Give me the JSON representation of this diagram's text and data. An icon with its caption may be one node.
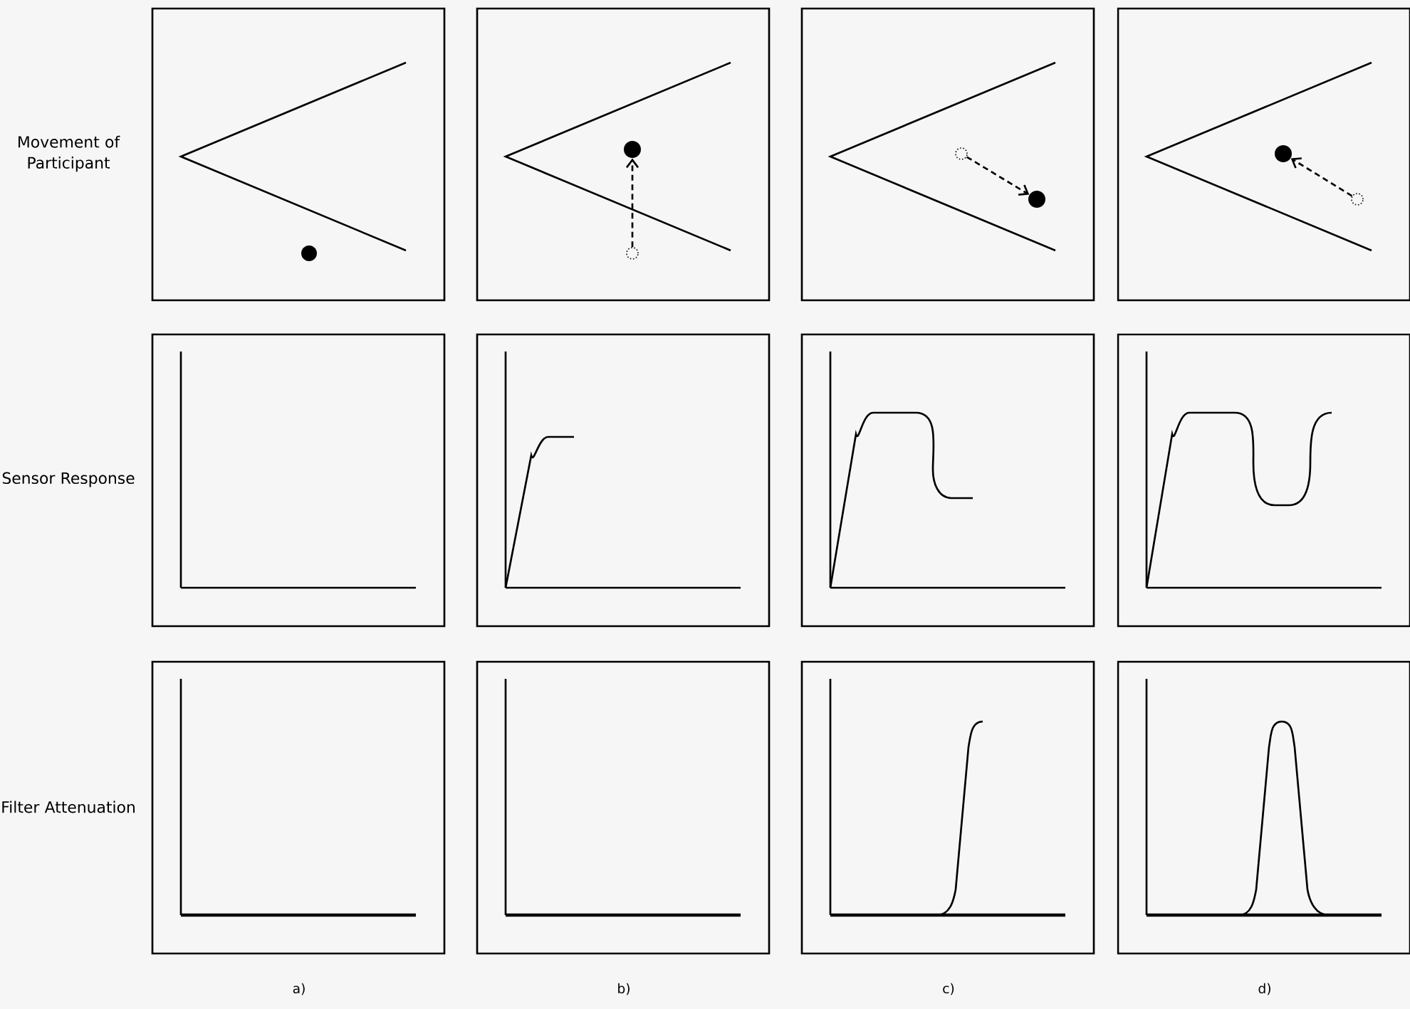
{
  "diagram": {
    "nodes": [
      {
        "text": [],
        "shape": "circle"
      },
      {
        "text": [],
        "shape": "circle"
      },
      {
        "text": [],
        "shape": "circle"
      },
      {
        "text": [],
        "shape": "circle"
      },
      {
        "text": [],
        "shape": "circle"
      },
      {
        "text": [],
        "shape": "circle"
      }
    ],
    "edges": [
      {
        "from": 0,
        "to": 1,
        "arrow": "to",
        "style": "dashed"
      },
      {
        "from": 2,
        "to": 3,
        "arrow": "to",
        "style": "dashed"
      },
      {
        "from": 5,
        "to": 4,
        "arrow": "to",
        "style": "dashed"
      }
    ],
    "labels": [
      "Movement of Participant",
      "Sensor Response",
      "Filter Attenuation",
      "a)",
      "b)",
      "c)",
      "d)"
    ]
  }
}
